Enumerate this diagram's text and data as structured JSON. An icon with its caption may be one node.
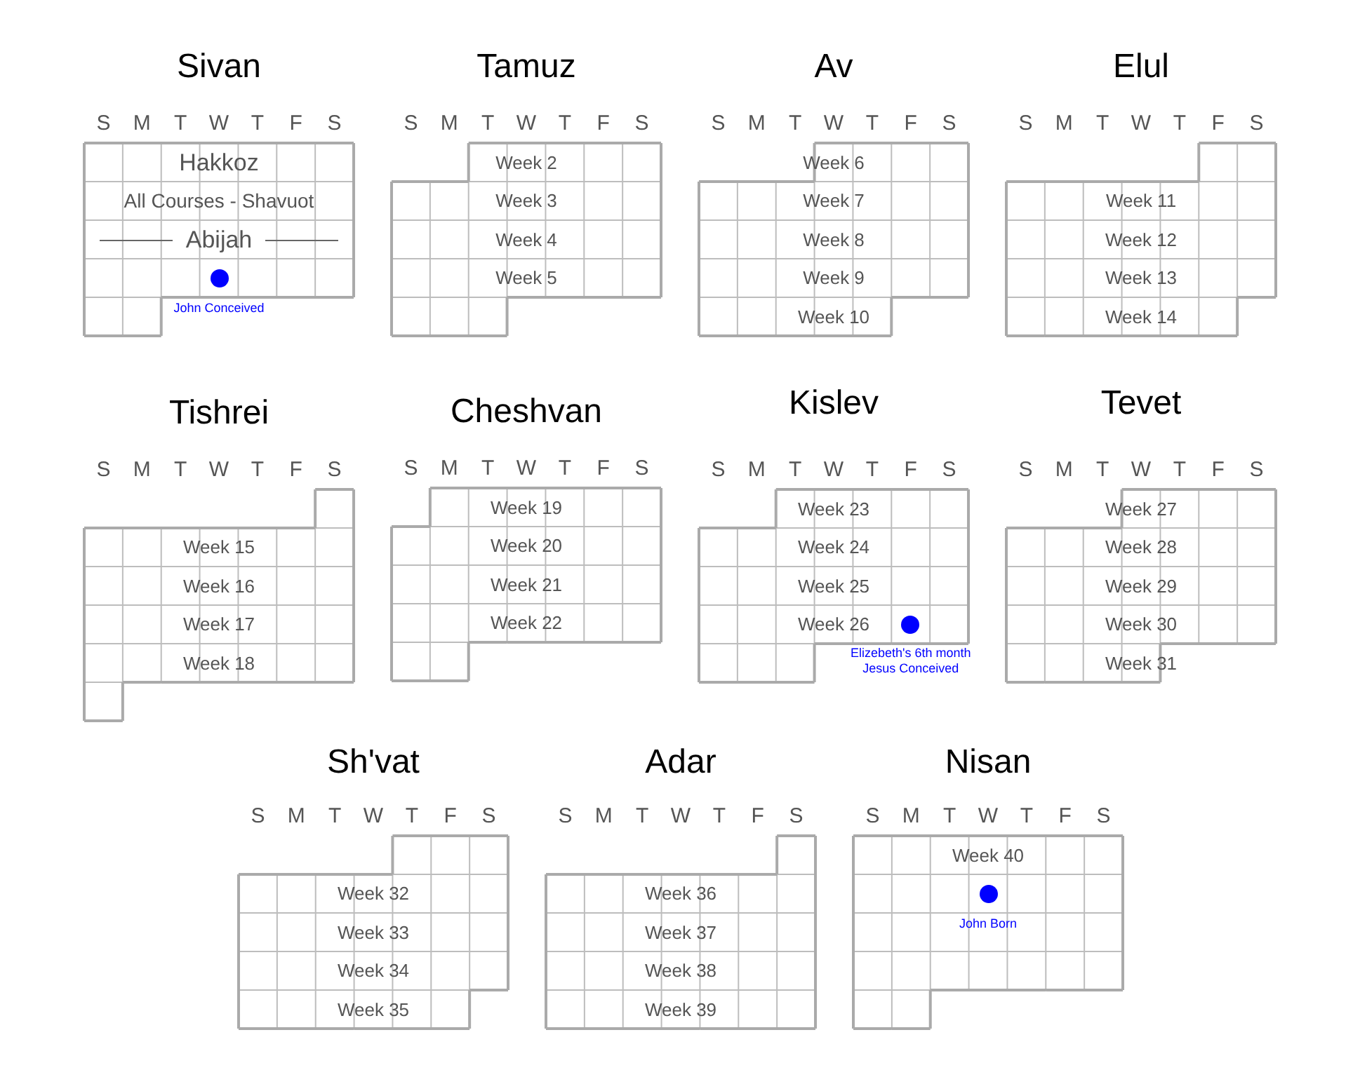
{
  "diagram": {
    "nodes": [
      {
        "text": [
          "Sivan",
          "S",
          "M",
          "T",
          "W",
          "T",
          "F",
          "S",
          "Hakkoz",
          "All Courses - Shavuot",
          "Abijah"
        ]
      },
      {
        "text": [],
        "shape": "circle",
        "in": 0,
        "beside": [
          "John Conceived"
        ]
      },
      {
        "text": [
          "Tamuz",
          "S",
          "M",
          "T",
          "W",
          "T",
          "F",
          "S",
          "Week 2",
          "Week 3",
          "Week 4",
          "Week 5"
        ]
      },
      {
        "text": [
          "Av",
          "S",
          "M",
          "T",
          "W",
          "T",
          "F",
          "S",
          "Week 6",
          "Week 7",
          "Week 8",
          "Week 9",
          "Week 10"
        ]
      },
      {
        "text": [
          "Elul",
          "S",
          "M",
          "T",
          "W",
          "T",
          "F",
          "S",
          "Week 11",
          "Week 12",
          "Week 13",
          "Week 14"
        ]
      },
      {
        "text": [
          "Tishrei",
          "S",
          "M",
          "T",
          "W",
          "T",
          "F",
          "S",
          "Week 15",
          "Week 16",
          "Week 17",
          "Week 18"
        ]
      },
      {
        "text": [
          "Cheshvan",
          "S",
          "M",
          "T",
          "W",
          "T",
          "F",
          "S",
          "Week 19",
          "Week 20",
          "Week 21",
          "Week 22"
        ]
      },
      {
        "text": [
          "Kislev",
          "S",
          "M",
          "T",
          "W",
          "T",
          "F",
          "S",
          "Week 23",
          "Week 24",
          "Week 25",
          "Week 26"
        ]
      },
      {
        "text": [],
        "shape": "circle",
        "in": 7,
        "beside": [
          "Elizebeth's 6th month",
          "Jesus Conceived"
        ]
      },
      {
        "text": [
          "Tevet",
          "S",
          "M",
          "T",
          "W",
          "T",
          "F",
          "S",
          "Week 27",
          "Week 28",
          "Week 29",
          "Week 30",
          "Week 31"
        ]
      },
      {
        "text": [
          "Sh'vat",
          "S",
          "M",
          "T",
          "W",
          "T",
          "F",
          "S",
          "Week 32",
          "Week 33",
          "Week 34",
          "Week 35"
        ]
      },
      {
        "text": [
          "Adar",
          "S",
          "M",
          "T",
          "W",
          "T",
          "F",
          "S",
          "Week 36",
          "Week 37",
          "Week 38",
          "Week 39"
        ]
      },
      {
        "text": [
          "Nisan",
          "S",
          "M",
          "T",
          "W",
          "T",
          "F",
          "S",
          "Week 40"
        ]
      },
      {
        "text": [],
        "shape": "circle",
        "in": 12,
        "beside": [
          "John Born"
        ]
      }
    ]
  }
}
